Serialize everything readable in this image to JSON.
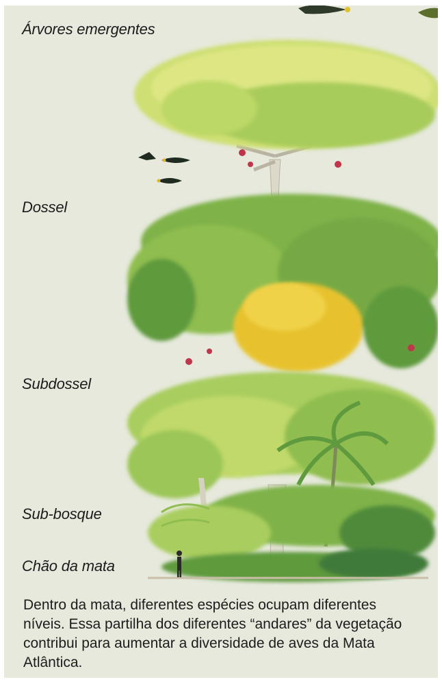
{
  "layers": {
    "emergent": "Árvores emergentes",
    "canopy": "Dossel",
    "subcanopy": "Subdossel",
    "understory": "Sub-bosque",
    "floor": "Chão da mata"
  },
  "caption": "Dentro da mata, diferentes espécies ocupam diferentes níveis. Essa partilha dos diferentes “andares” da vegetação contribui para aumentar a diversidade de aves da Mata Atlântica.",
  "colors": {
    "panel_background": "#e6e9dc",
    "foliage_light": "#d7e37a",
    "foliage_mid": "#9fc653",
    "foliage_dark": "#5f9a3e",
    "flowering_tree": "#e8c22e",
    "trunk": "#d9d6c8",
    "flowers": "#c0354a"
  }
}
